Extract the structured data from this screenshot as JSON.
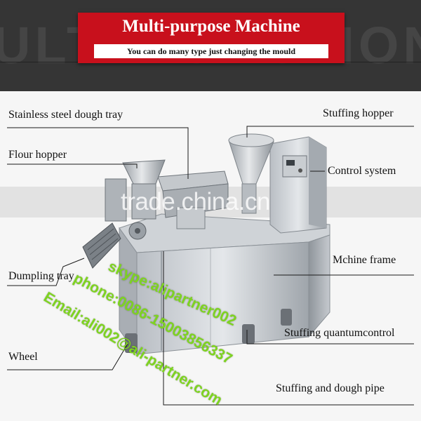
{
  "banner": {
    "background_word": "ULTI-FUNCTION",
    "title": "Multi-purpose Machine",
    "subtitle": "You can do many type just changing the mould",
    "accent_color": "#c8101c"
  },
  "labels": {
    "stainless_tray": "Stainless steel dough tray",
    "flour_hopper": "Flour hopper",
    "dumpling_tray": "Dumpling tray",
    "wheel": "Wheel",
    "stuffing_hopper": "Stuffing hopper",
    "control_system": "Control system",
    "machine_frame": "Mchine frame",
    "stuffing_quantum": "Stuffing quantumcontrol",
    "stuffing_pipe": "Stuffing and dough pipe"
  },
  "watermark": "trade.china.cn",
  "contact": {
    "skype": "skype:alipartner002",
    "phone": "phone:0086-15003856337",
    "email": "Email:ali002@ali-partner.com",
    "color": "#7ed321"
  }
}
